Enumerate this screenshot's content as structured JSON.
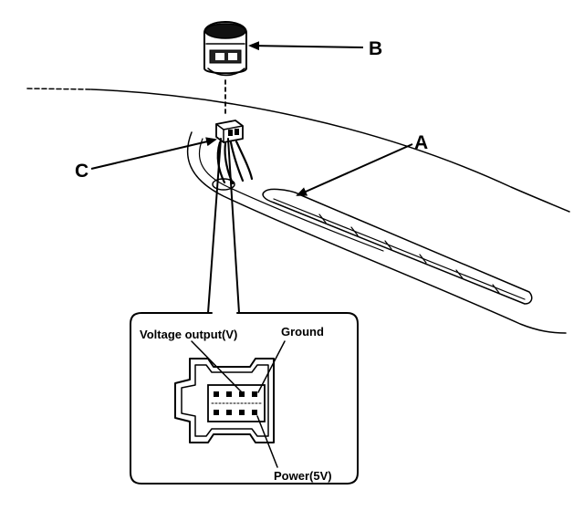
{
  "callouts": {
    "a": "A",
    "b": "B",
    "c": "C"
  },
  "connector_pins": {
    "voltage_output": "Voltage output(V)",
    "ground": "Ground",
    "power": "Power(5V)"
  }
}
